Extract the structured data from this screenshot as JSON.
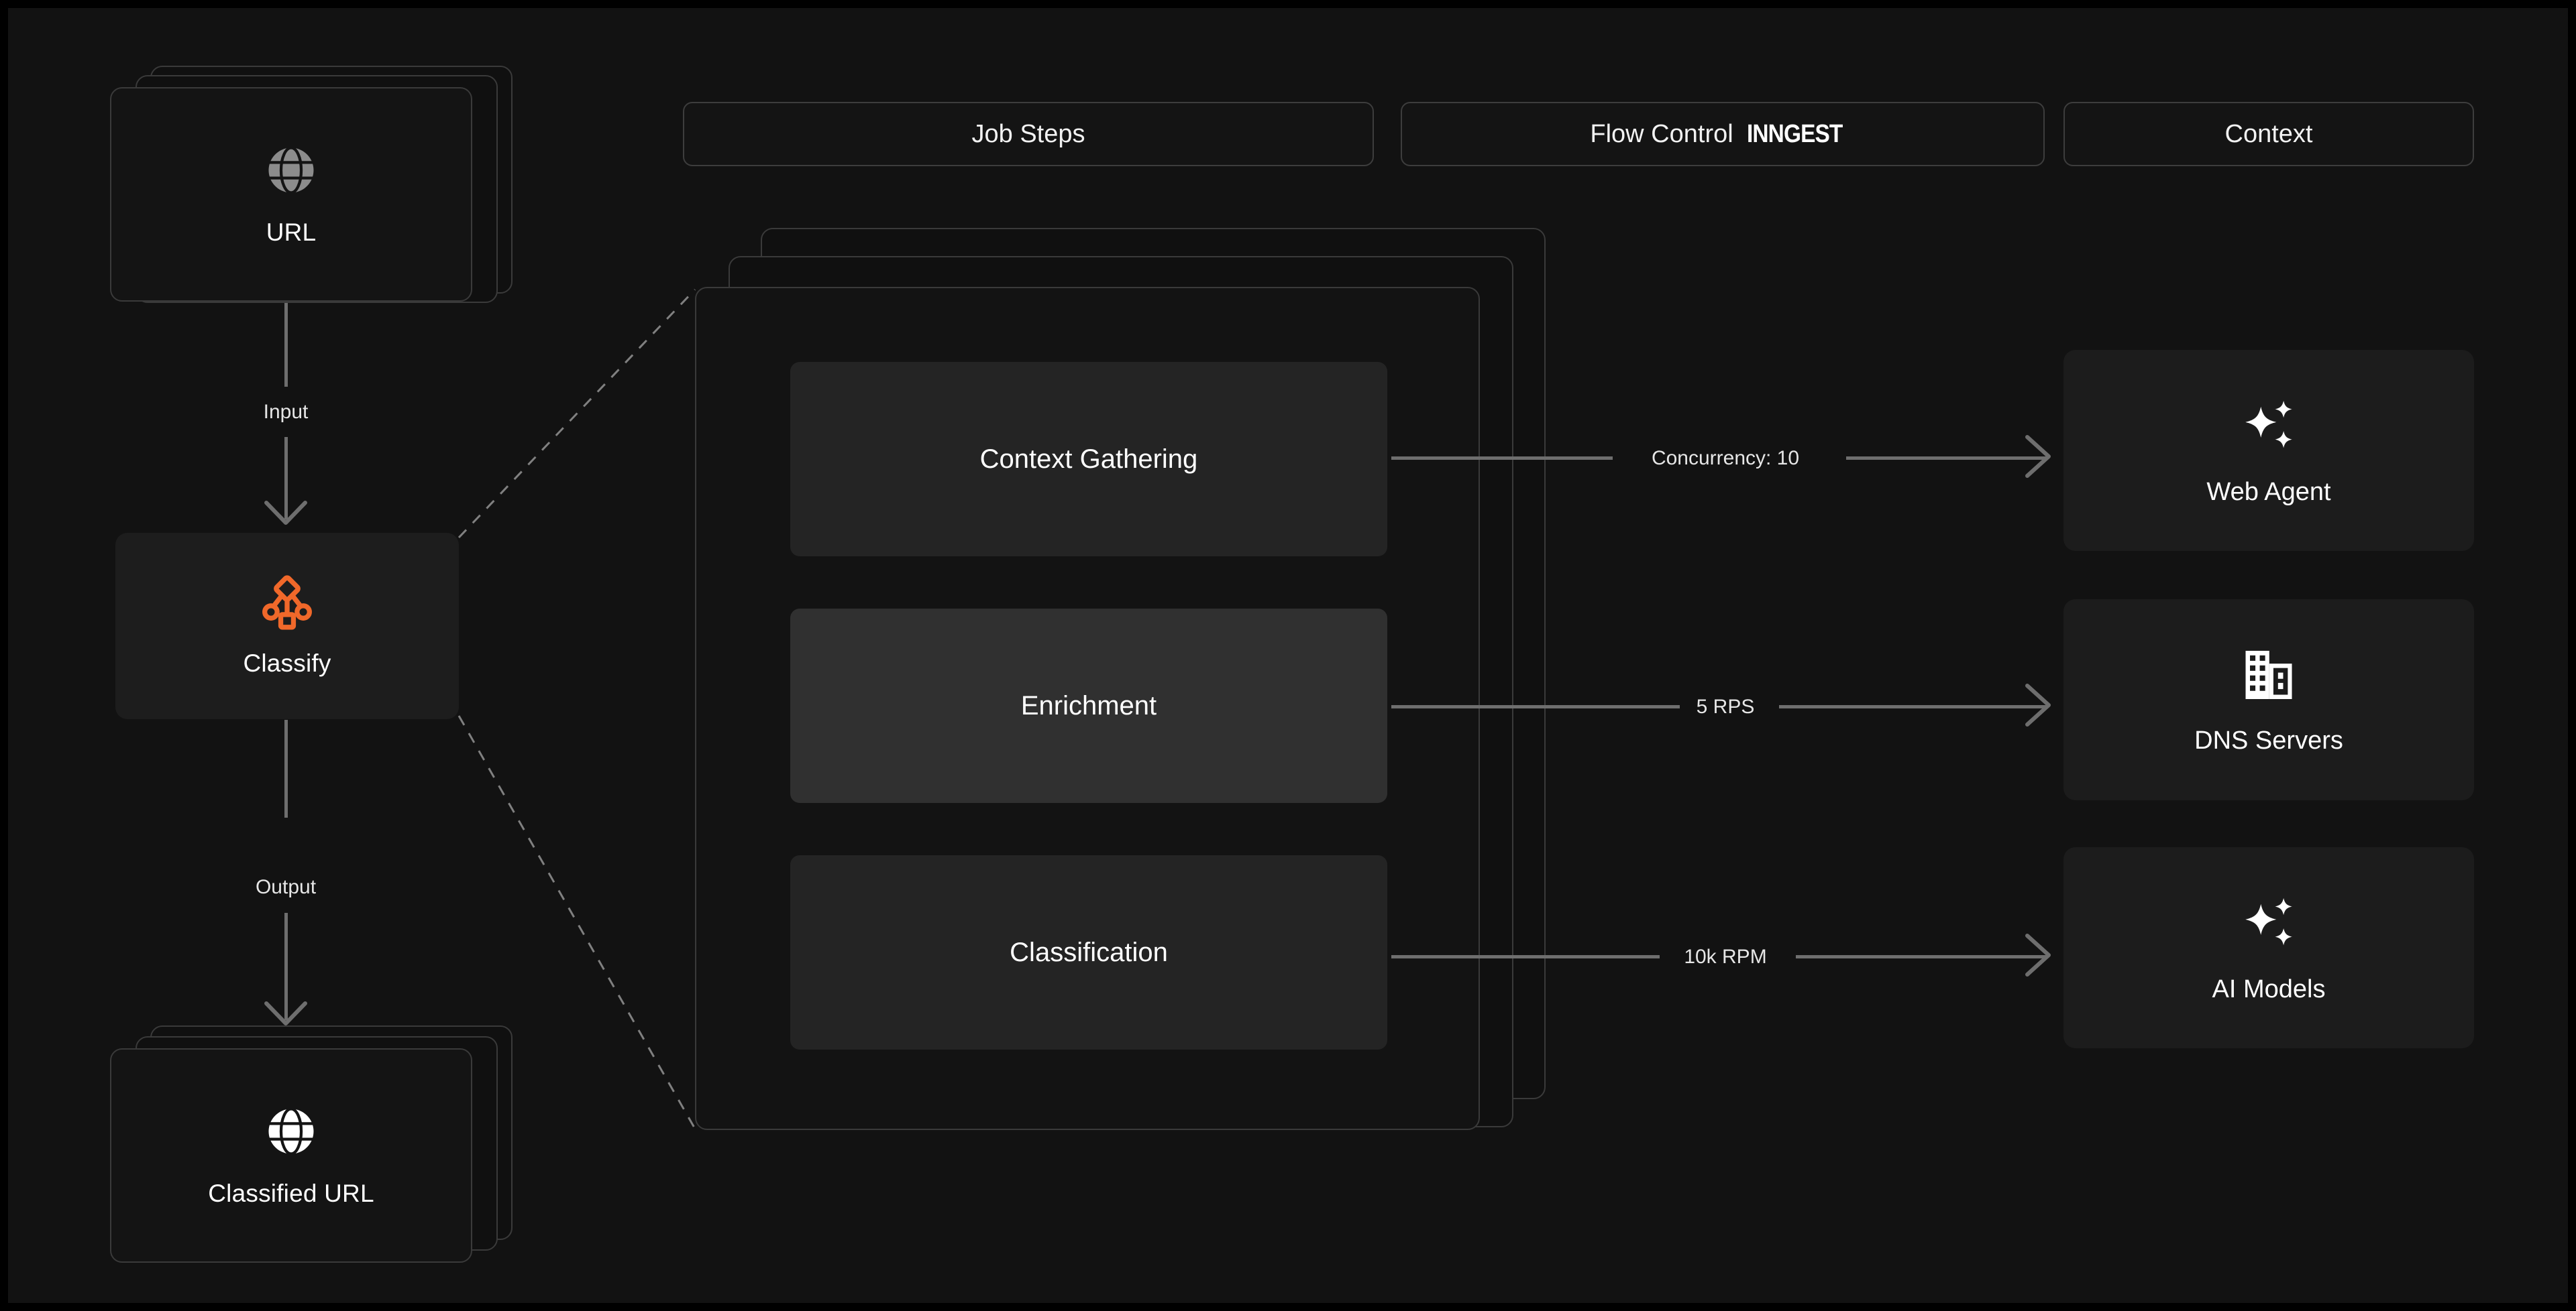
{
  "brand": "INNGEST",
  "colors": {
    "background": "#121212",
    "card_fill": "#141414",
    "card_border": "#3a3a3a",
    "step_fill": "#242424",
    "step_fill_active": "#303030",
    "context_fill": "#1c1c1c",
    "connector": "#6e6e6e",
    "accent_orange": "#f0682a",
    "text": "#ffffff"
  },
  "headers": [
    {
      "label": "Job Steps"
    },
    {
      "label": "Flow Control"
    },
    {
      "label": "Context"
    }
  ],
  "pipeline": {
    "input_node": {
      "label": "URL",
      "icon": "globe-icon"
    },
    "input_edge_label": "Input",
    "process_node": {
      "label": "Classify",
      "icon": "workflow-branch-icon"
    },
    "output_edge_label": "Output",
    "output_node": {
      "label": "Classified URL",
      "icon": "globe-icon"
    }
  },
  "job_steps": [
    {
      "label": "Context Gathering",
      "active": false
    },
    {
      "label": "Enrichment",
      "active": true
    },
    {
      "label": "Classification",
      "active": false
    }
  ],
  "flow_control": [
    {
      "label": "Concurrency: 10"
    },
    {
      "label": "5 RPS"
    },
    {
      "label": "10k RPM"
    }
  ],
  "context_resources": [
    {
      "label": "Web Agent",
      "icon": "sparkles-icon"
    },
    {
      "label": "DNS Servers",
      "icon": "building-icon"
    },
    {
      "label": "AI Models",
      "icon": "sparkles-icon"
    }
  ]
}
